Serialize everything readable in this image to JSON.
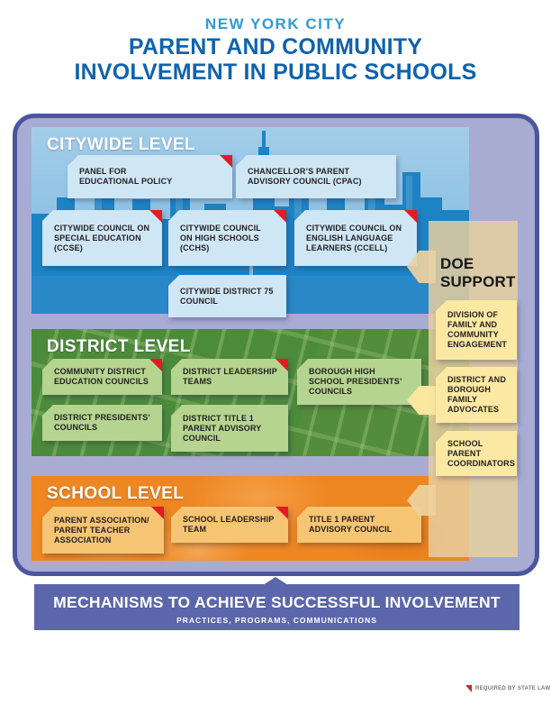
{
  "header": {
    "eyebrow": "NEW YORK CITY",
    "title_line1": "PARENT AND COMMUNITY",
    "title_line2": "INVOLVEMENT IN PUBLIC SCHOOLS"
  },
  "levels": {
    "citywide": {
      "label": "CITYWIDE LEVEL",
      "boxes": [
        {
          "label": "PANEL FOR\nEDUCATIONAL POLICY",
          "required_by_state_law": true
        },
        {
          "label": "CHANCELLOR’S PARENT\nADVISORY COUNCIL (CPAC)",
          "required_by_state_law": false
        },
        {
          "label": "CITYWIDE COUNCIL ON\nSPECIAL EDUCATION\n(CCSE)",
          "required_by_state_law": true
        },
        {
          "label": "CITYWIDE COUNCIL\nON HIGH SCHOOLS\n(CCHS)",
          "required_by_state_law": true
        },
        {
          "label": "CITYWIDE COUNCIL ON\nENGLISH LANGUAGE\nLEARNERS (CCELL)",
          "required_by_state_law": true
        },
        {
          "label": "CITYWIDE DISTRICT 75\nCOUNCIL",
          "required_by_state_law": false
        }
      ]
    },
    "district": {
      "label": "DISTRICT LEVEL",
      "boxes": [
        {
          "label": "COMMUNITY DISTRICT\nEDUCATION COUNCILS",
          "required_by_state_law": true
        },
        {
          "label": "DISTRICT LEADERSHIP\nTEAMS",
          "required_by_state_law": true
        },
        {
          "label": "BOROUGH HIGH\nSCHOOL PRESIDENTS’\nCOUNCILS",
          "required_by_state_law": false
        },
        {
          "label": "DISTRICT PRESIDENTS’\nCOUNCILS",
          "required_by_state_law": false
        },
        {
          "label": "DISTRICT TITLE 1\nPARENT ADVISORY\nCOUNCIL",
          "required_by_state_law": false
        }
      ]
    },
    "school": {
      "label": "SCHOOL LEVEL",
      "boxes": [
        {
          "label": "PARENT ASSOCIATION/\nPARENT TEACHER\nASSOCIATION",
          "required_by_state_law": true
        },
        {
          "label": "SCHOOL LEADERSHIP\nTEAM",
          "required_by_state_law": true
        },
        {
          "label": "TITLE 1 PARENT\nADVISORY COUNCIL",
          "required_by_state_law": false
        }
      ]
    }
  },
  "doe_support": {
    "title": "DOE\nSUPPORT",
    "boxes": [
      {
        "label": "DIVISION OF\nFAMILY AND\nCOMMUNITY\nENGAGEMENT"
      },
      {
        "label": "DISTRICT AND\nBOROUGH\nFAMILY\nADVOCATES"
      },
      {
        "label": "SCHOOL\nPARENT\nCOORDINATORS"
      }
    ]
  },
  "banner": {
    "title": "MECHANISMS TO ACHIEVE SUCCESSFUL INVOLVEMENT",
    "subtitle": "PRACTICES, PROGRAMS, COMMUNICATIONS"
  },
  "legend": {
    "required_label": "REQUIRED BY STATE LAW"
  },
  "colors": {
    "eyebrow_blue": "#2E9BD6",
    "title_blue": "#1063AD",
    "required_red": "#E31B23",
    "citywide_blue": "#1E83C5",
    "district_green": "#4D8B3C",
    "school_orange": "#EE8722",
    "panel_purple": "#A8ABD2",
    "panel_border_purple": "#4C569E",
    "banner_blue": "#5B66AB",
    "doe_tan": "#E6CF9F",
    "box_light_blue": "#CFE6F5",
    "box_light_green": "#B5D48F",
    "box_light_orange": "#F6C573",
    "box_yellow": "#FBE9A3"
  }
}
